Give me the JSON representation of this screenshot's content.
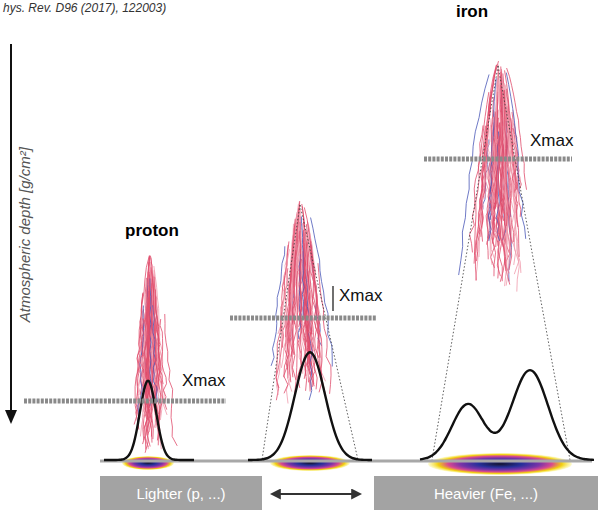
{
  "diagram": {
    "nodes": [
      {
        "text": [
          "Lighter (p, ...)"
        ]
      },
      {
        "text": [
          "Heavier (Fe, ...)"
        ]
      }
    ],
    "edges": [
      {
        "from": 0,
        "to": 1,
        "arrow": "both"
      }
    ],
    "labels": [
      "hys. Rev. D96 (2017), 122003)",
      "iron",
      "proton",
      "Xmax",
      "Xmax",
      "Xmax",
      "Atmospheric depth [g/cm²]"
    ]
  }
}
